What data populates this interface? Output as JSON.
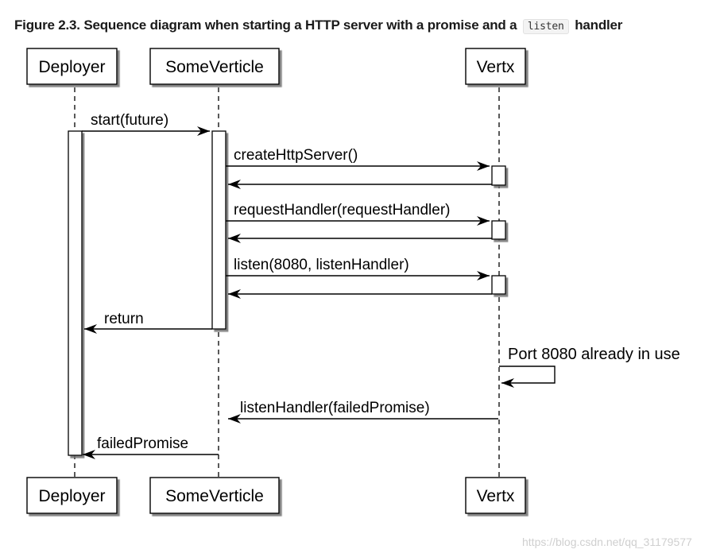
{
  "caption": {
    "prefix": "Figure 2.3. Sequence diagram when starting a HTTP server with a promise and a",
    "code": "listen",
    "suffix": "handler"
  },
  "participants": [
    {
      "id": "deployer",
      "label": "Deployer"
    },
    {
      "id": "someverticle",
      "label": "SomeVerticle"
    },
    {
      "id": "vertx",
      "label": "Vertx"
    }
  ],
  "messages": [
    {
      "id": "start",
      "label": "start(future)",
      "from": "deployer",
      "to": "someverticle"
    },
    {
      "id": "create-http-server",
      "label": "createHttpServer()",
      "from": "someverticle",
      "to": "vertx"
    },
    {
      "id": "create-http-server-reply",
      "label": "",
      "from": "vertx",
      "to": "someverticle"
    },
    {
      "id": "request-handler",
      "label": "requestHandler(requestHandler)",
      "from": "someverticle",
      "to": "vertx"
    },
    {
      "id": "request-handler-reply",
      "label": "",
      "from": "vertx",
      "to": "someverticle"
    },
    {
      "id": "listen",
      "label": "listen(8080, listenHandler)",
      "from": "someverticle",
      "to": "vertx"
    },
    {
      "id": "listen-reply",
      "label": "",
      "from": "vertx",
      "to": "someverticle"
    },
    {
      "id": "return",
      "label": "return",
      "from": "someverticle",
      "to": "deployer"
    },
    {
      "id": "port-in-use",
      "label": "Port 8080 already in use",
      "from": "vertx",
      "to": "vertx"
    },
    {
      "id": "listen-handler-call",
      "label": "listenHandler(failedPromise)",
      "from": "vertx",
      "to": "someverticle"
    },
    {
      "id": "failed-promise",
      "label": "failedPromise",
      "from": "someverticle",
      "to": "deployer"
    }
  ],
  "watermark": "https://blog.csdn.net/qq_31179577"
}
